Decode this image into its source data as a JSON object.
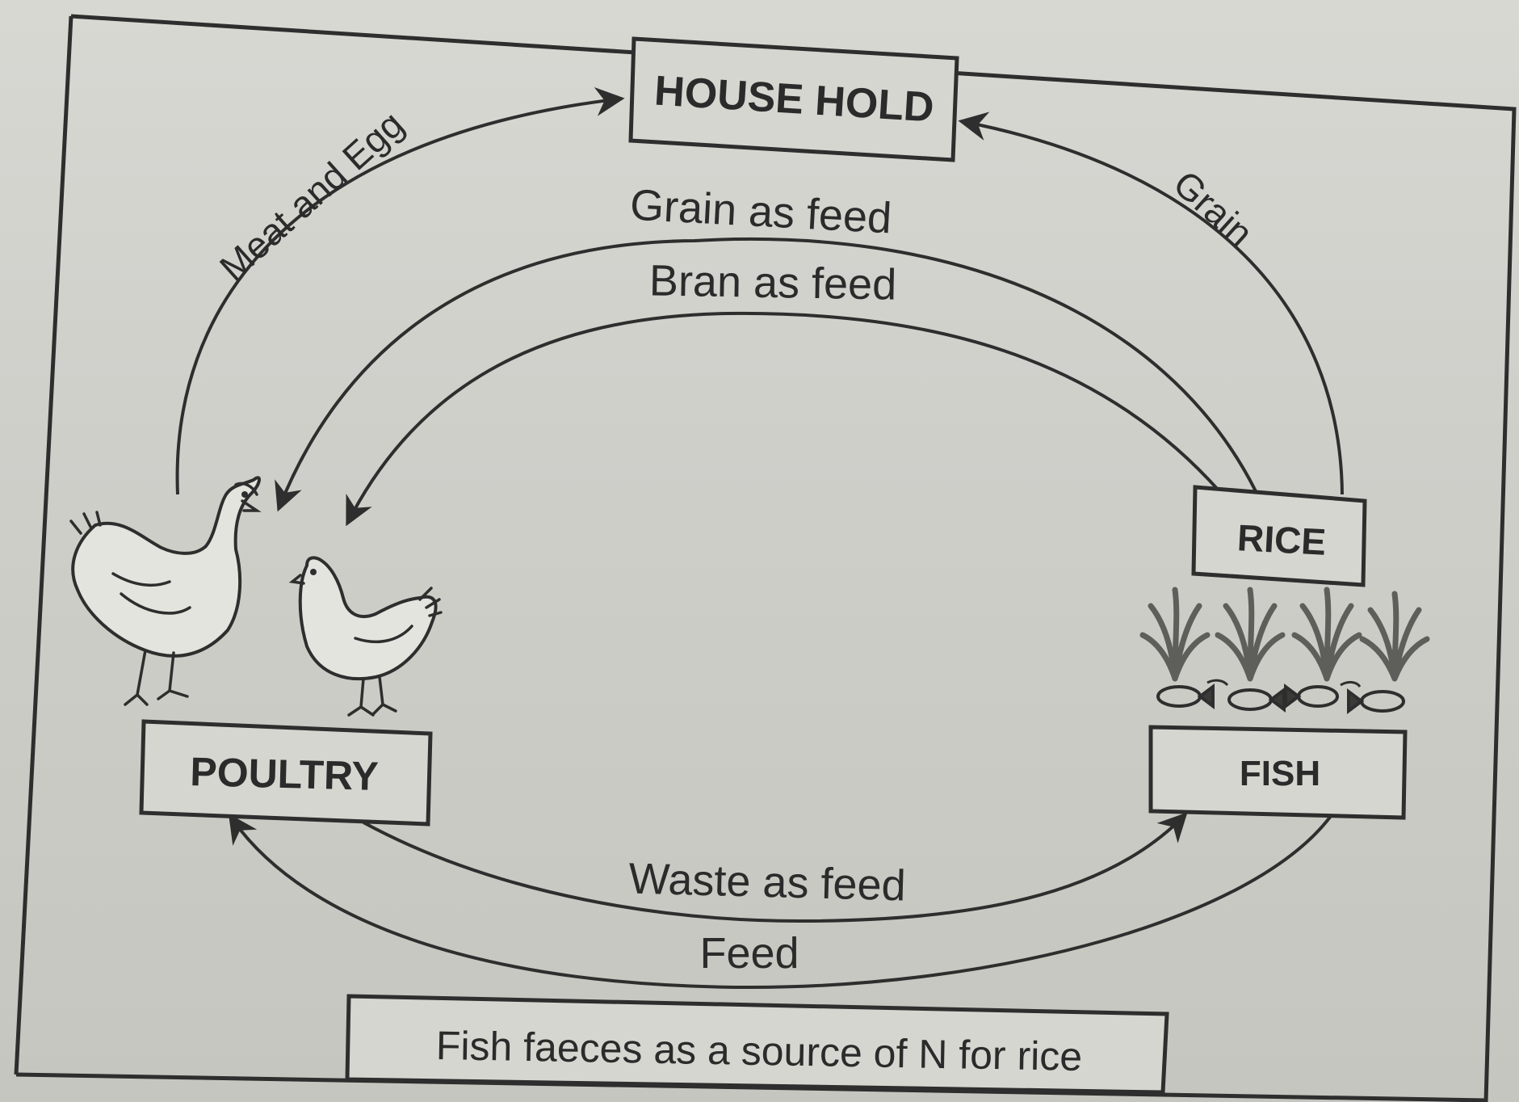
{
  "nodes": {
    "household": "HOUSE HOLD",
    "rice": "RICE",
    "fish": "FISH",
    "poultry": "POULTRY"
  },
  "edges": {
    "meat_and_egg": "Meat and Egg",
    "grain": "Grain",
    "grain_as_feed": "Grain as feed",
    "bran_as_feed": "Bran as feed",
    "waste_as_feed": "Waste as feed",
    "feed": "Feed"
  },
  "footer_note": "Fish faeces as a source of N for rice",
  "icons": {
    "poultry": "hens-icon",
    "rice": "rice-plants-icon",
    "fish": "fish-school-icon"
  },
  "colors": {
    "ink": "#2e2e2e",
    "paper": "#d6d6d1"
  }
}
